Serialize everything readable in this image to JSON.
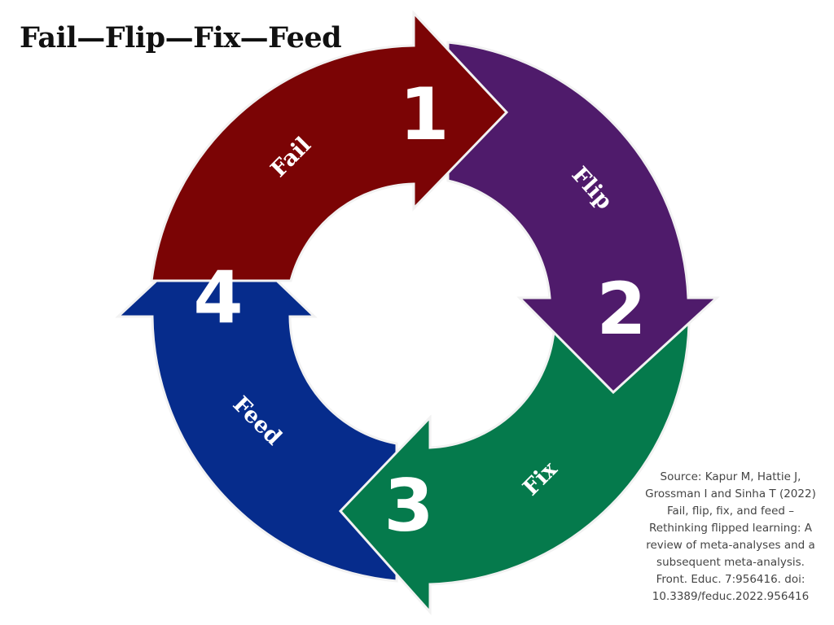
{
  "title": "Fail—Flip—Fix—Feed",
  "colors": {
    "fail": "#7b0405",
    "flip": "#4f1b6b",
    "fix": "#057a4c",
    "feed": "#062c8c",
    "text": "#ffffff"
  },
  "steps": [
    {
      "number": "1",
      "label": "Fail"
    },
    {
      "number": "2",
      "label": "Flip"
    },
    {
      "number": "3",
      "label": "Fix"
    },
    {
      "number": "4",
      "label": "Feed"
    }
  ],
  "source_lines": [
    "Source: Kapur M, Hattie J,",
    "Grossman I and Sinha T (2022)",
    "Fail, flip, fix, and feed –",
    "Rethinking flipped learning: A",
    "review of meta-analyses and a",
    "subsequent meta-analysis.",
    "Front. Educ. 7:956416. doi:",
    "10.3389/feduc.2022.956416"
  ]
}
